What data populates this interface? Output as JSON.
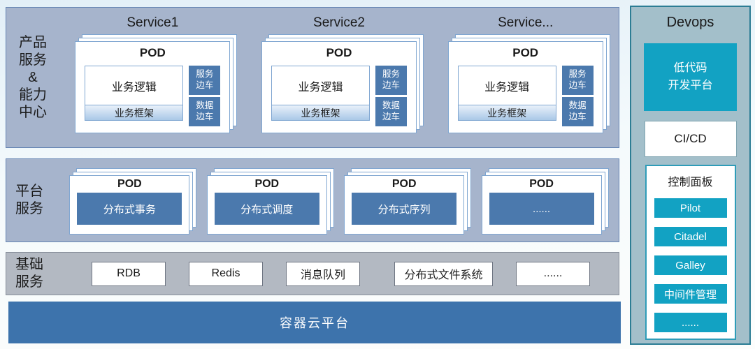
{
  "colors": {
    "row_blue_bg": "#a6b4cc",
    "row_blue_border": "#6484b3",
    "row_gray_bg": "#b3b9c2",
    "dark_box_blue": "#4b79ad",
    "bottom_bar_blue": "#3d73ac",
    "pod_card_border": "#7fa6d1",
    "teal_accent": "#12a2c3",
    "devops_bg": "#a3bfca",
    "devops_border": "#2c7d94"
  },
  "product_section": {
    "label": "产品\n服务\n&\n能力\n中心",
    "pod_title": "POD",
    "logic_label": "业务逻辑",
    "framework_label": "业务框架",
    "sidecar_service": "服务\n边车",
    "sidecar_data": "数据\n边车",
    "services": [
      {
        "title": "Service1"
      },
      {
        "title": "Service2"
      },
      {
        "title": "Service..."
      }
    ]
  },
  "platform_section": {
    "label": "平台\n服务",
    "pod_title": "POD",
    "pods": [
      "分布式事务",
      "分布式调度",
      "分布式序列",
      "......"
    ]
  },
  "infra_section": {
    "label": "基础\n服务",
    "items": [
      "RDB",
      "Redis",
      "消息队列",
      "分布式文件系统",
      "......"
    ]
  },
  "container_platform": {
    "label": "容器云平台"
  },
  "devops": {
    "title": "Devops",
    "lowcode_label": "低代码\n开发平台",
    "cicd_label": "CI/CD",
    "control_panel": {
      "title": "控制面板",
      "items": [
        "Pilot",
        "Citadel",
        "Galley",
        "中间件管理",
        "......"
      ]
    }
  }
}
